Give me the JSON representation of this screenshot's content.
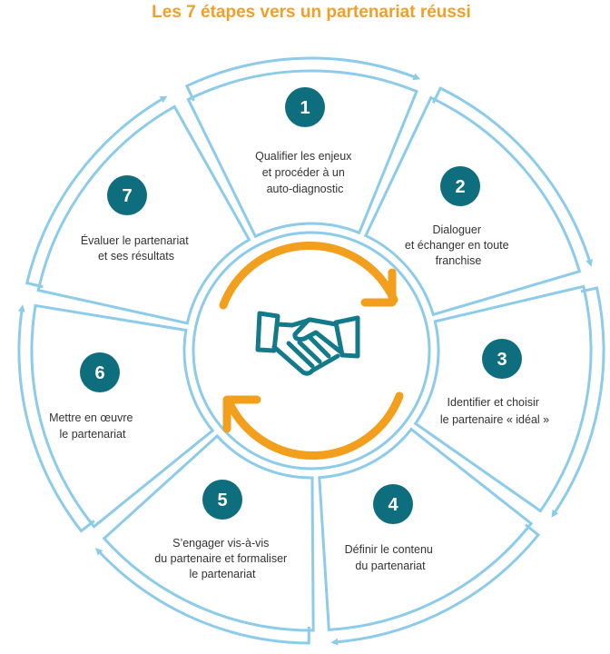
{
  "title": "Les 7 étapes vers un partenariat  réussi",
  "colors": {
    "ring": "#8ccbe9",
    "number_bg": "#0f6e7e",
    "orange": "#f29f1d",
    "icon": "#127a88",
    "title": "#f0a028"
  },
  "center_icon": "handshake-icon",
  "steps": [
    {
      "number": "1",
      "lines": [
        "Qualifier les enjeux",
        "et procéder à un",
        "auto-diagnostic"
      ]
    },
    {
      "number": "2",
      "lines": [
        "Dialoguer",
        "et échanger en toute",
        "franchise"
      ]
    },
    {
      "number": "3",
      "lines": [
        "Identifier et choisir",
        "le partenaire « idéal »"
      ]
    },
    {
      "number": "4",
      "lines": [
        "Définir le contenu",
        "du partenariat"
      ]
    },
    {
      "number": "5",
      "lines": [
        "S’engager vis-à-vis",
        "du partenaire et formaliser",
        "le partenariat"
      ]
    },
    {
      "number": "6",
      "lines": [
        "Mettre en œuvre",
        "le partenariat"
      ]
    },
    {
      "number": "7",
      "lines": [
        "Évaluer le partenariat",
        "et ses résultats"
      ]
    }
  ]
}
